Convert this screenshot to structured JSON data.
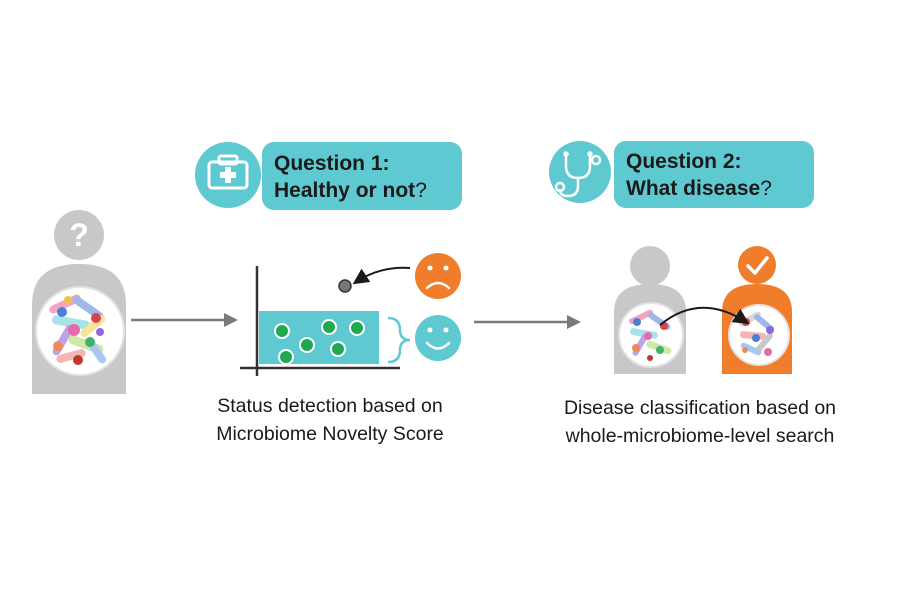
{
  "colors": {
    "teal": "#5ec9d1",
    "orange": "#f07d2c",
    "gray": "#c8c8c8",
    "green": "#1fa84f",
    "arrow": "#7a7a7a"
  },
  "unknown_person": {
    "badge_symbol": "?"
  },
  "question1": {
    "title": "Question 1:",
    "body": "Healthy or not",
    "qmark": "?",
    "icon": "medical-kit-icon"
  },
  "question2": {
    "title": "Question 2:",
    "body": "What disease",
    "qmark": "?",
    "icon": "stethoscope-icon"
  },
  "status_detection": {
    "caption_line1": "Status detection based on",
    "caption_line2": "Microbiome Novelty Score",
    "icons": [
      "sad-face-icon",
      "happy-face-icon"
    ]
  },
  "disease_classification": {
    "caption_line1": "Disease classification based on",
    "caption_line2": "whole-microbiome-level search",
    "icons": [
      "checkmark-icon"
    ]
  }
}
